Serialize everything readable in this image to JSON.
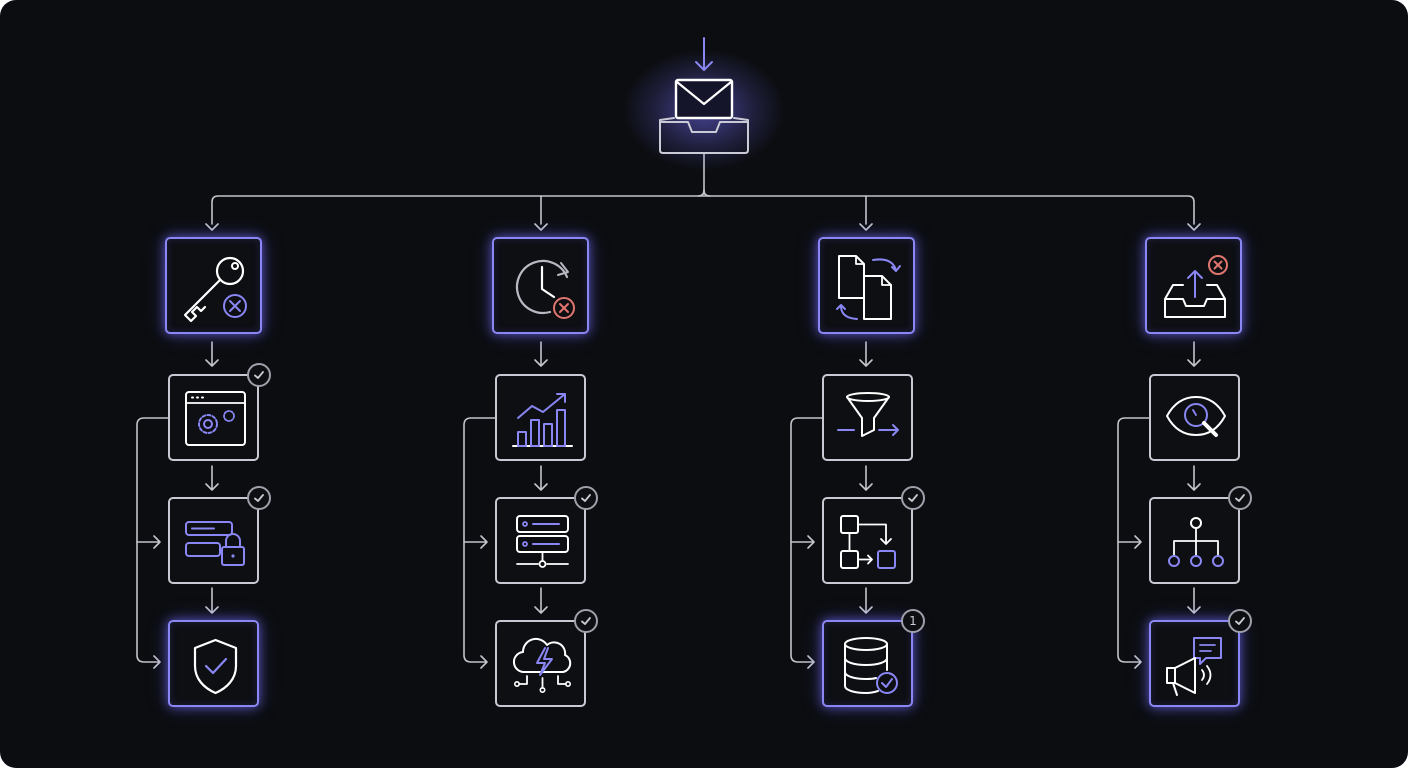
{
  "diagram": {
    "root": {
      "name": "incoming-email",
      "icon": "email-inbox-icon"
    },
    "columns": [
      {
        "header": {
          "icon": "key-error-icon",
          "status": "error"
        },
        "steps": [
          {
            "icon": "browser-settings-icon",
            "badge": "check"
          },
          {
            "icon": "form-lock-icon",
            "badge": "check"
          },
          {
            "icon": "shield-check-icon",
            "badge": ""
          }
        ]
      },
      {
        "header": {
          "icon": "clock-error-icon",
          "status": "error"
        },
        "steps": [
          {
            "icon": "bar-chart-trend-icon",
            "badge": ""
          },
          {
            "icon": "server-stack-icon",
            "badge": "check"
          },
          {
            "icon": "cloud-lightning-icon",
            "badge": "check"
          }
        ]
      },
      {
        "header": {
          "icon": "document-sync-icon",
          "status": "active"
        },
        "steps": [
          {
            "icon": "filter-funnel-icon",
            "badge": ""
          },
          {
            "icon": "workflow-diagram-icon",
            "badge": "check"
          },
          {
            "icon": "database-check-icon",
            "badge": "1"
          }
        ]
      },
      {
        "header": {
          "icon": "inbox-upload-error-icon",
          "status": "error"
        },
        "steps": [
          {
            "icon": "eye-search-icon",
            "badge": ""
          },
          {
            "icon": "hierarchy-icon",
            "badge": "check"
          },
          {
            "icon": "megaphone-message-icon",
            "badge": "check"
          }
        ]
      }
    ],
    "colors": {
      "background": "#0b0d10",
      "line": "#c3c4cc",
      "accent": "#8a86f3",
      "error": "#e0766f",
      "icon": "#e9e9ef"
    }
  }
}
